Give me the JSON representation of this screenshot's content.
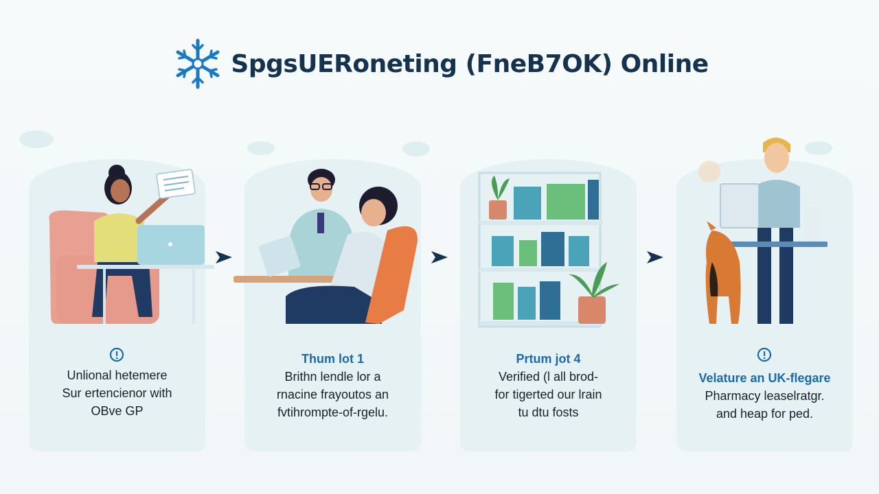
{
  "header": {
    "title": "SpgsUERoneting (FneB7OK) Online",
    "logo_icon": "snowflake-icon",
    "title_color": "#15324f",
    "logo_color": "#1b79c4"
  },
  "steps": [
    {
      "icon": "info-badge-icon",
      "title": "",
      "lines": [
        "Unlional hetemere",
        "Sur ertencienor with",
        "OBve GP"
      ],
      "scene": "patient-on-laptop"
    },
    {
      "icon": "",
      "title": "Thum lot 1",
      "lines": [
        "Brithn lendle lor a",
        "rnacine frayoutos an",
        "fvtihrompte-of-rgelu."
      ],
      "scene": "doctor-consultation"
    },
    {
      "icon": "",
      "title": "Prtum jot 4",
      "lines": [
        "Verified (l all brod-",
        "for tigerted our lrain",
        "tu dtu fosts"
      ],
      "scene": "pharmacy-shelves"
    },
    {
      "icon": "info-badge-icon",
      "title": "",
      "lines": [
        "Velature an UK-flegare",
        "Pharmacy leaselratgr.",
        "and heap for ped."
      ],
      "scene": "pharmacist-with-dog"
    }
  ],
  "colors": {
    "panel": "#e5f1f3",
    "accent": "#1a6aa8",
    "text": "#17202a",
    "arrow": "#15324f"
  }
}
